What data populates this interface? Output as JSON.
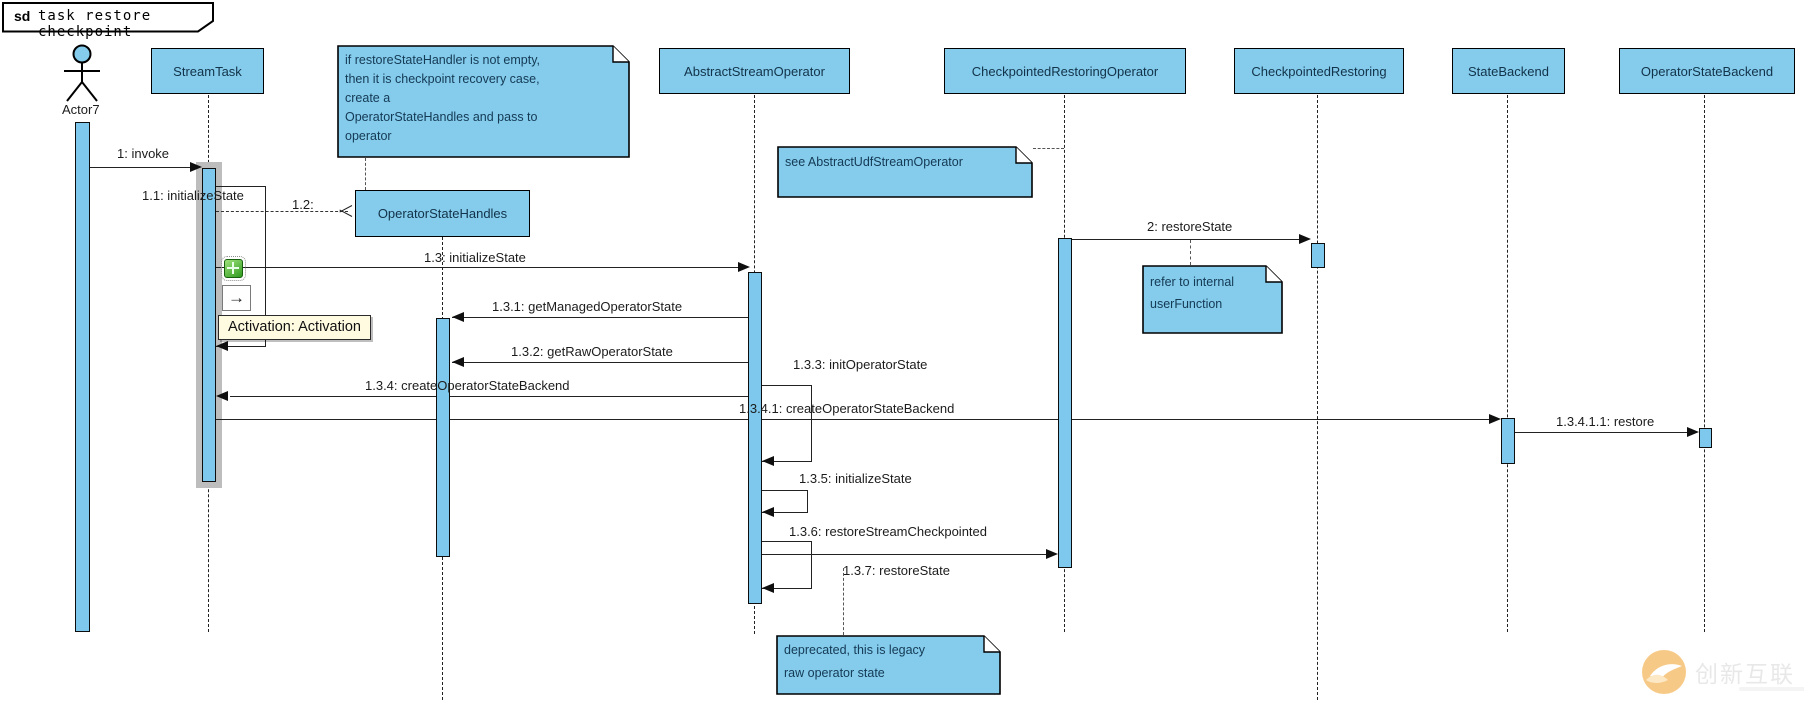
{
  "frame": {
    "keyword": "sd",
    "title": "task restore checkpoint"
  },
  "participants": {
    "actor": "Actor7",
    "streamtask": "StreamTask",
    "operatorstatehandles": "OperatorStateHandles",
    "abstractstreamoperator": "AbstractStreamOperator",
    "checkpointedrestoringoperator": "CheckpointedRestoringOperator",
    "checkpointedrestoring": "CheckpointedRestoring",
    "statebackend": "StateBackend",
    "operatorstatebackend": "OperatorStateBackend"
  },
  "messages": {
    "m1": "1: invoke",
    "m1_1": "1.1: initializeState",
    "m1_2": "1.2:",
    "m1_3": "1.3: initializeState",
    "m1_3_1": "1.3.1: getManagedOperatorState",
    "m1_3_2": "1.3.2: getRawOperatorState",
    "m1_3_3": "1.3.3: initOperatorState",
    "m1_3_4": "1.3.4: createOperatorStateBackend",
    "m1_3_4_1": "1.3.4.1: createOperatorStateBackend",
    "m1_3_4_1_1": "1.3.4.1.1: restore",
    "m1_3_5": "1.3.5: initializeState",
    "m1_3_6": "1.3.6: restoreStreamCheckpointed",
    "m1_3_7": "1.3.7: restoreState",
    "m2": "2: restoreState"
  },
  "notes": {
    "restore_handler": {
      "line1": "if restoreStateHandler is not empty,",
      "line2": "then it is checkpoint recovery case,",
      "line3": "create a",
      "line4": "OperatorStateHandles and pass to",
      "line5": "operator"
    },
    "see_udf": {
      "line1": "see  AbstractUdfStreamOperator"
    },
    "refer_internal": {
      "line1": "refer to internal",
      "line2": "userFunction"
    },
    "deprecated": {
      "line1": "deprecated, this is legacy",
      "line2": "raw  operator state"
    }
  },
  "tooltip": {
    "text": "Activation: Activation"
  },
  "watermark": {
    "text": "创新互联"
  }
}
